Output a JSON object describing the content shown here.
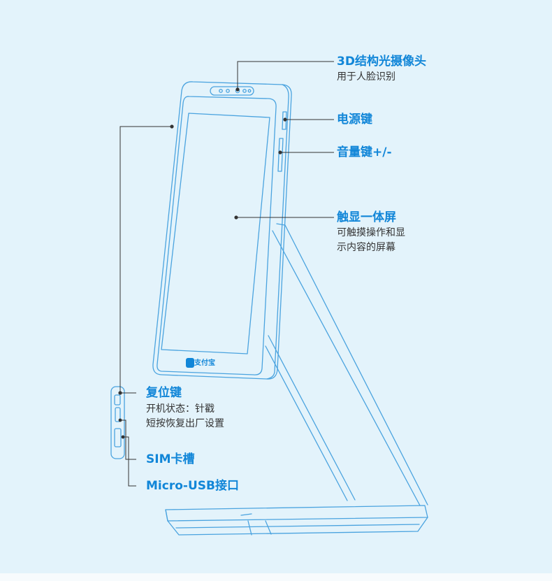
{
  "colors": {
    "background": "#e3f3fb",
    "accent": "#1186d8",
    "line_art": "#4aa3df",
    "leader": "#333333"
  },
  "device": {
    "logo": "支付宝"
  },
  "callouts": {
    "camera": {
      "title": "3D结构光摄像头",
      "desc": "用于人脸识别"
    },
    "power": {
      "title": "电源键"
    },
    "volume": {
      "title": "音量键+/-"
    },
    "screen": {
      "title": "触显一体屏",
      "desc_line1": "可触摸操作和显",
      "desc_line2": "示内容的屏幕"
    },
    "reset": {
      "title": "复位键",
      "desc_line1": "开机状态：针戳",
      "desc_line2": "短按恢复出厂设置"
    },
    "sim": {
      "title": "SIM卡槽"
    },
    "usb": {
      "title": "Micro-USB接口"
    }
  }
}
